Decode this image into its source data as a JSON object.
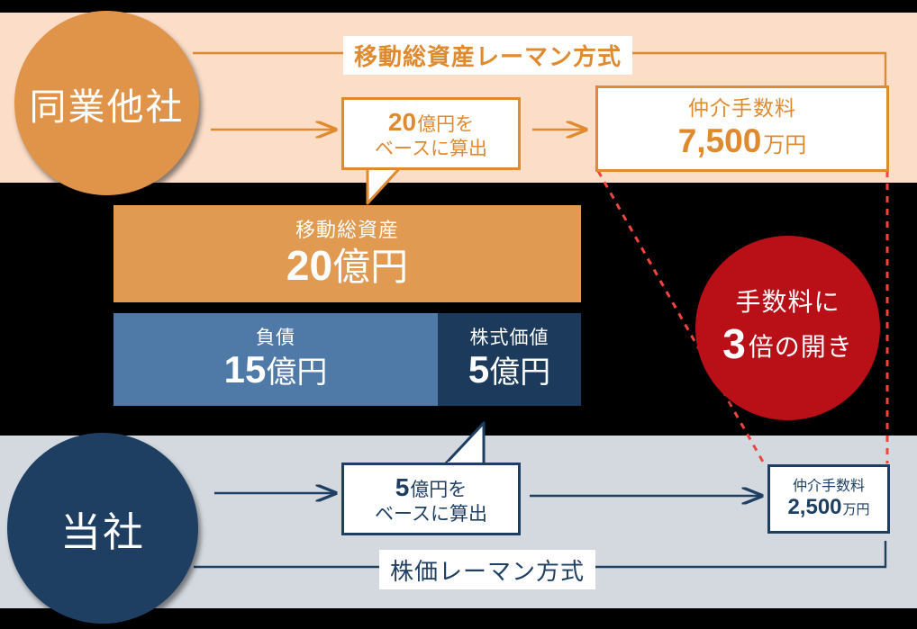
{
  "diagram": {
    "title_top": "移動総資産レーマン方式",
    "title_bottom": "株価レーマン方式",
    "colors": {
      "orange": "#df8a2e",
      "orange_fill": "#e09449",
      "orange_bar": "#e09a52",
      "peach_band": "#fbddc8",
      "navy": "#1e3f62",
      "navy_bar": "#1b3a5c",
      "blue_bar": "#4f7aa8",
      "gray_band": "#d3d9df",
      "red": "#b81016",
      "red_dashed": "#f0453f",
      "background": "#000000"
    }
  },
  "top_row": {
    "actor_label": "同業他社",
    "method_label": "移動総資産レーマン方式",
    "bubble": {
      "number": "20",
      "unit_tail": "億円を",
      "line2": "ベースに算出"
    },
    "fee_box": {
      "label": "仲介手数料",
      "number": "7,500",
      "unit": "万円"
    }
  },
  "bottom_row": {
    "actor_label": "当社",
    "method_label": "株価レーマン方式",
    "bubble": {
      "number": "5",
      "unit_tail": "億円を",
      "line2": "ベースに算出"
    },
    "fee_box": {
      "label": "仲介手数料",
      "number": "2,500",
      "unit": "万円"
    }
  },
  "bars": {
    "total_assets": {
      "label": "移動総資産",
      "number": "20",
      "unit": "億円"
    },
    "debt": {
      "label": "負債",
      "number": "15",
      "unit": "億円"
    },
    "equity": {
      "label": "株式価値",
      "number": "5",
      "unit": "億円"
    }
  },
  "highlight_circle": {
    "line1": "手数料に",
    "number": "3",
    "line2_tail": "倍の開き"
  },
  "chart_data": {
    "type": "bar",
    "title": "レーマン方式比較",
    "categories": [
      "移動総資産",
      "負債",
      "株式価値"
    ],
    "values": [
      20,
      15,
      5
    ],
    "unit": "億円",
    "fees": [
      {
        "name": "同業他社 (移動総資産レーマン方式)",
        "value": 7500,
        "unit": "万円"
      },
      {
        "name": "当社 (株価レーマン方式)",
        "value": 2500,
        "unit": "万円"
      }
    ],
    "ratio": 3
  }
}
